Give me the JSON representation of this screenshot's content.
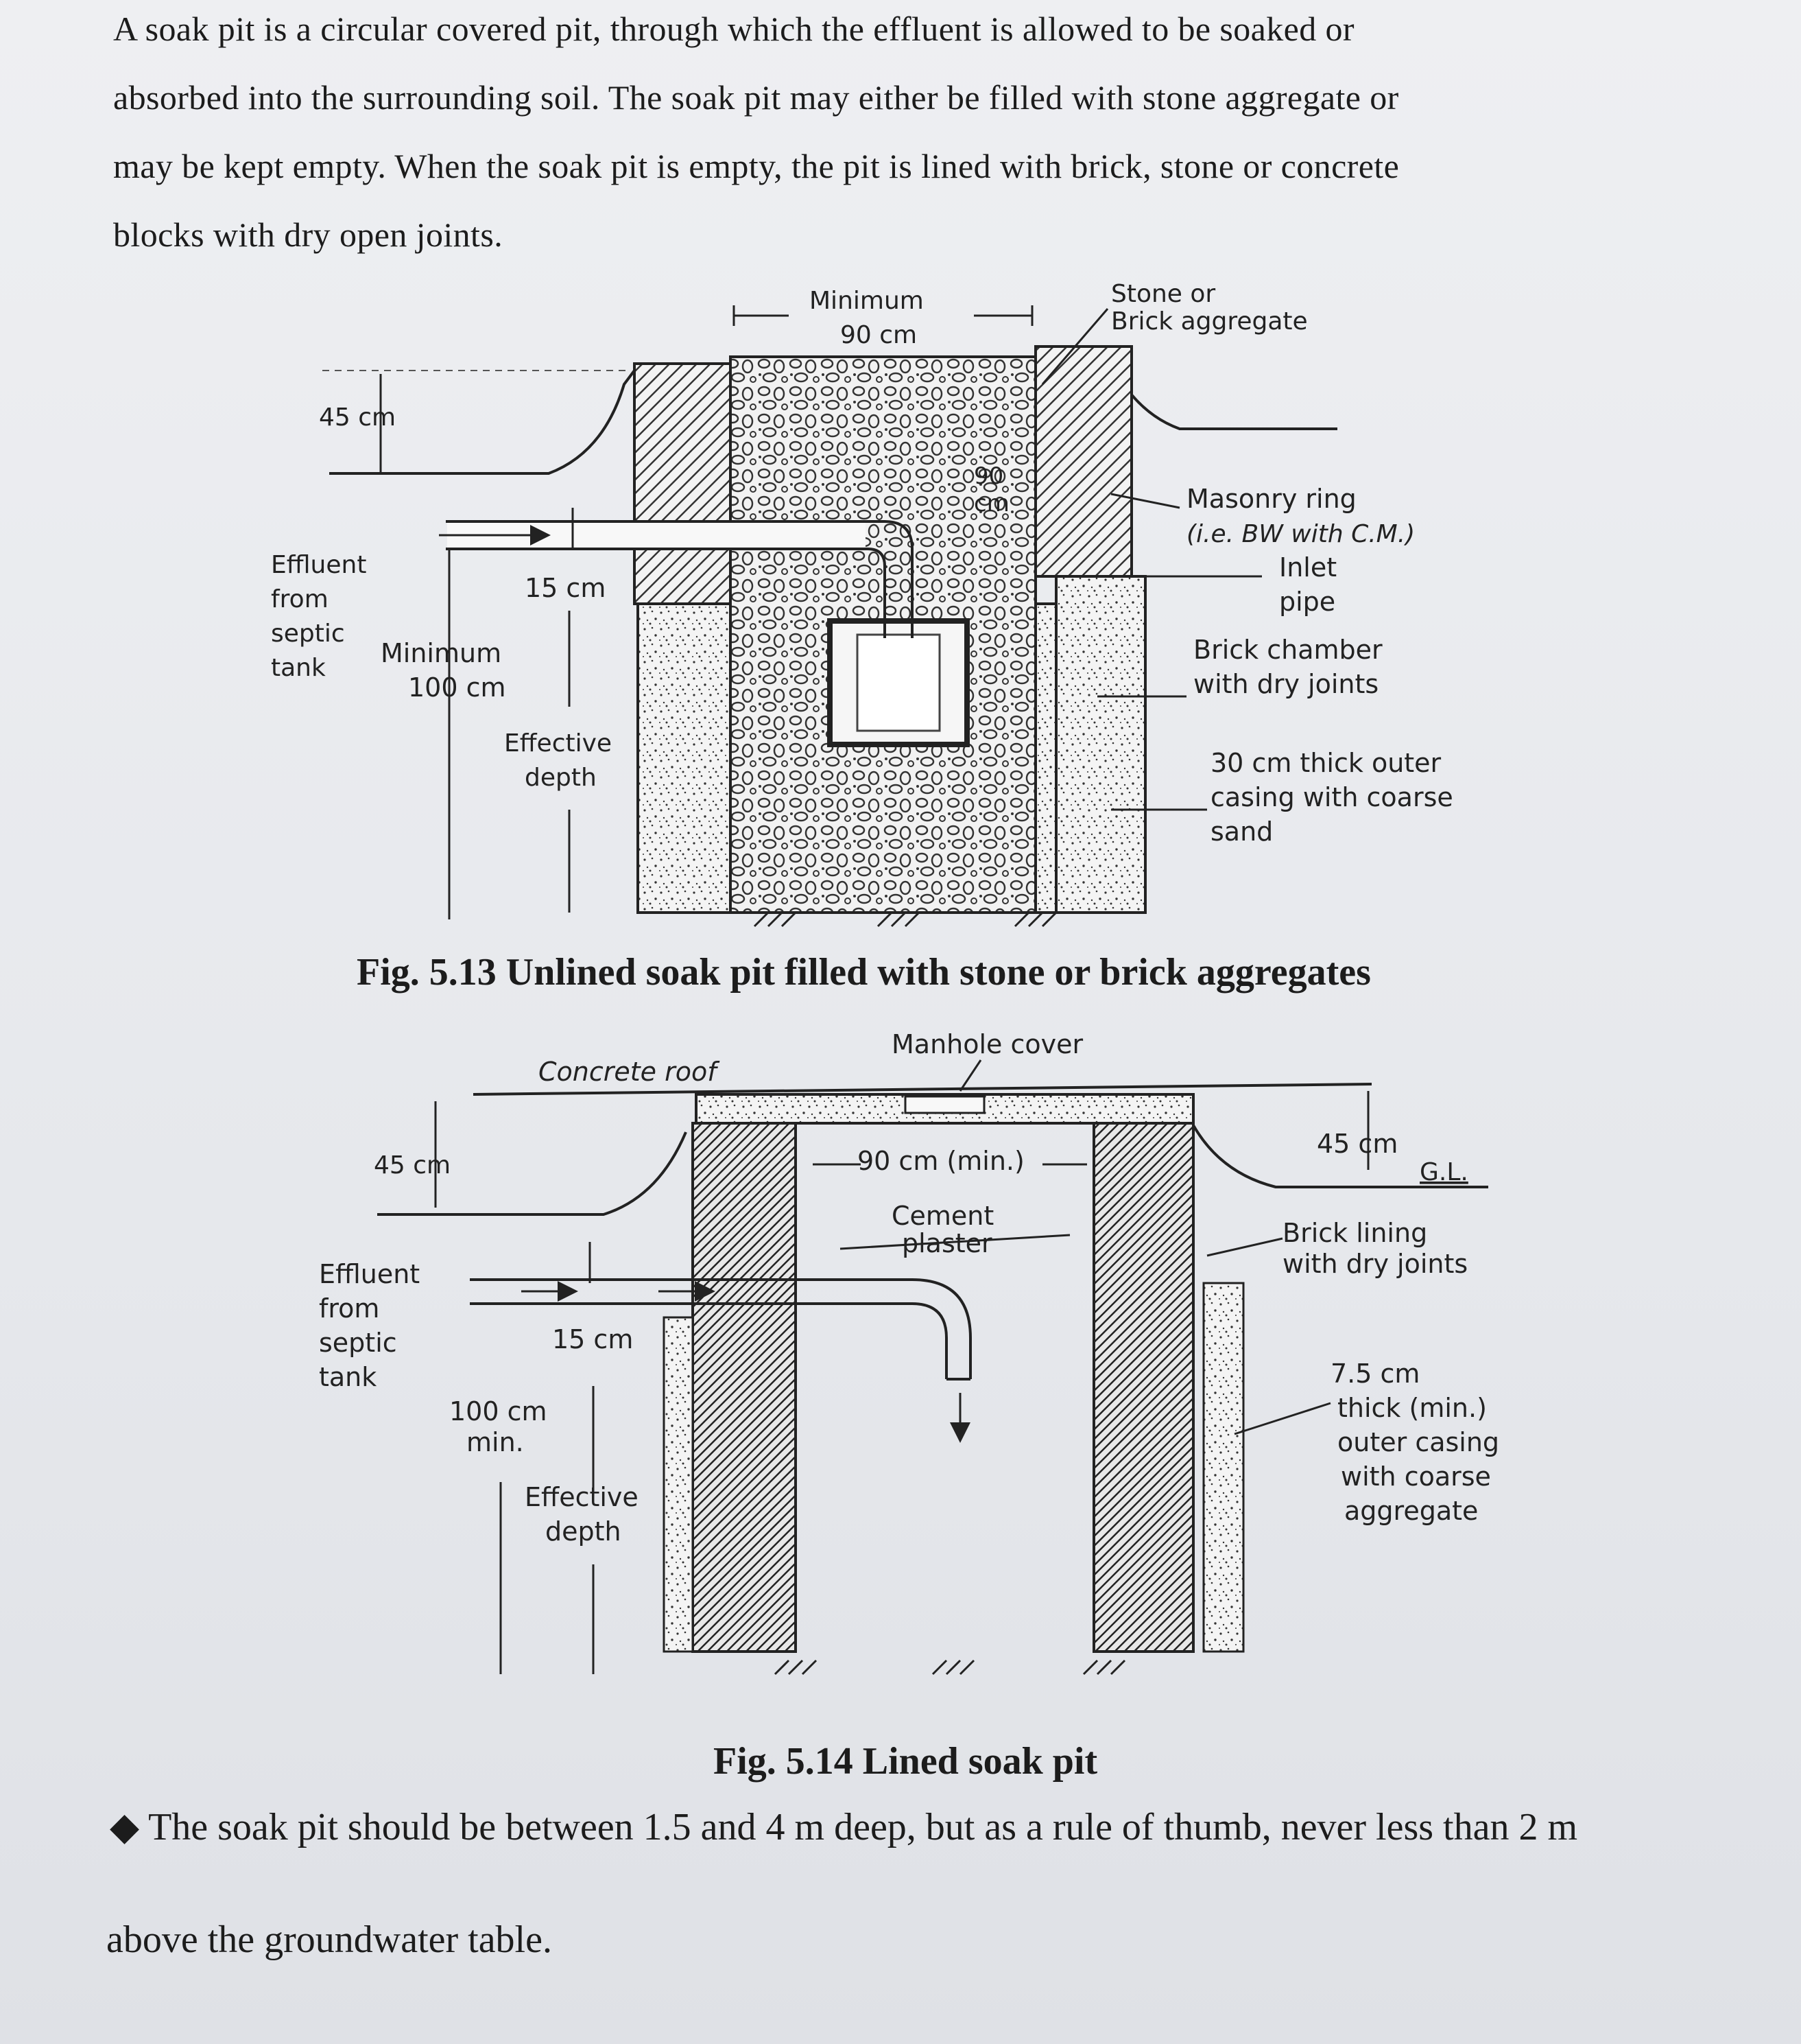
{
  "paragraph": {
    "line1": "A soak pit is a circular covered pit, through which the effluent is allowed to be soaked or",
    "line2": "absorbed into the surrounding soil. The soak pit may either be filled with stone aggregate or",
    "line3": "may be kept empty. When the soak pit is empty, the pit is lined with brick, stone or concrete",
    "line4": "blocks with dry open joints."
  },
  "fig13": {
    "caption": "Fig. 5.13 Unlined soak pit filled with stone or brick aggregates",
    "minimum_label": "Minimum",
    "width_label": "90 cm",
    "aggregate_label_1": "Stone or",
    "aggregate_label_2": "Brick aggregate",
    "mound_label": "45 cm",
    "inner_dim_1": "90",
    "inner_dim_2": "cm",
    "masonry_1": "Masonry ring",
    "masonry_2": "(i.e. BW with C.M.)",
    "inlet_1": "Inlet",
    "inlet_2": "pipe",
    "effluent_1": "Effluent",
    "effluent_2": "from",
    "effluent_3": "septic",
    "effluent_4": "tank",
    "drop_label": "15 cm",
    "min_depth_1": "Minimum",
    "min_depth_2": "100 cm",
    "chamber_1": "Brick chamber",
    "chamber_2": "with dry joints",
    "effective_1": "Effective",
    "effective_2": "depth",
    "casing_1": "30 cm thick outer",
    "casing_2": "casing with coarse",
    "casing_3": "sand"
  },
  "fig14": {
    "caption": "Fig. 5.14 Lined soak pit",
    "manhole": "Manhole cover",
    "roof": "Concrete roof",
    "mound_left": "45 cm",
    "width_label": "90 cm (min.)",
    "mound_right": "45 cm",
    "gl": "G.L.",
    "cement_1": "Cement",
    "cement_2": "plaster",
    "lining_1": "Brick lining",
    "lining_2": "with dry joints",
    "effluent_1": "Effluent",
    "effluent_2": "from",
    "effluent_3": "septic",
    "effluent_4": "tank",
    "drop_label": "15 cm",
    "depth_1": "100 cm",
    "depth_2": "min.",
    "casing_1": "7.5 cm",
    "casing_2": "thick (min.)",
    "casing_3": "outer casing",
    "casing_4": "with coarse",
    "casing_5": "aggregate",
    "effective_1": "Effective",
    "effective_2": "depth"
  },
  "bullet": {
    "symbol": "◆",
    "line1": "The soak pit should be between 1.5 and 4 m deep, but as a rule of thumb, never less than 2 m",
    "line2": "above the groundwater table."
  }
}
